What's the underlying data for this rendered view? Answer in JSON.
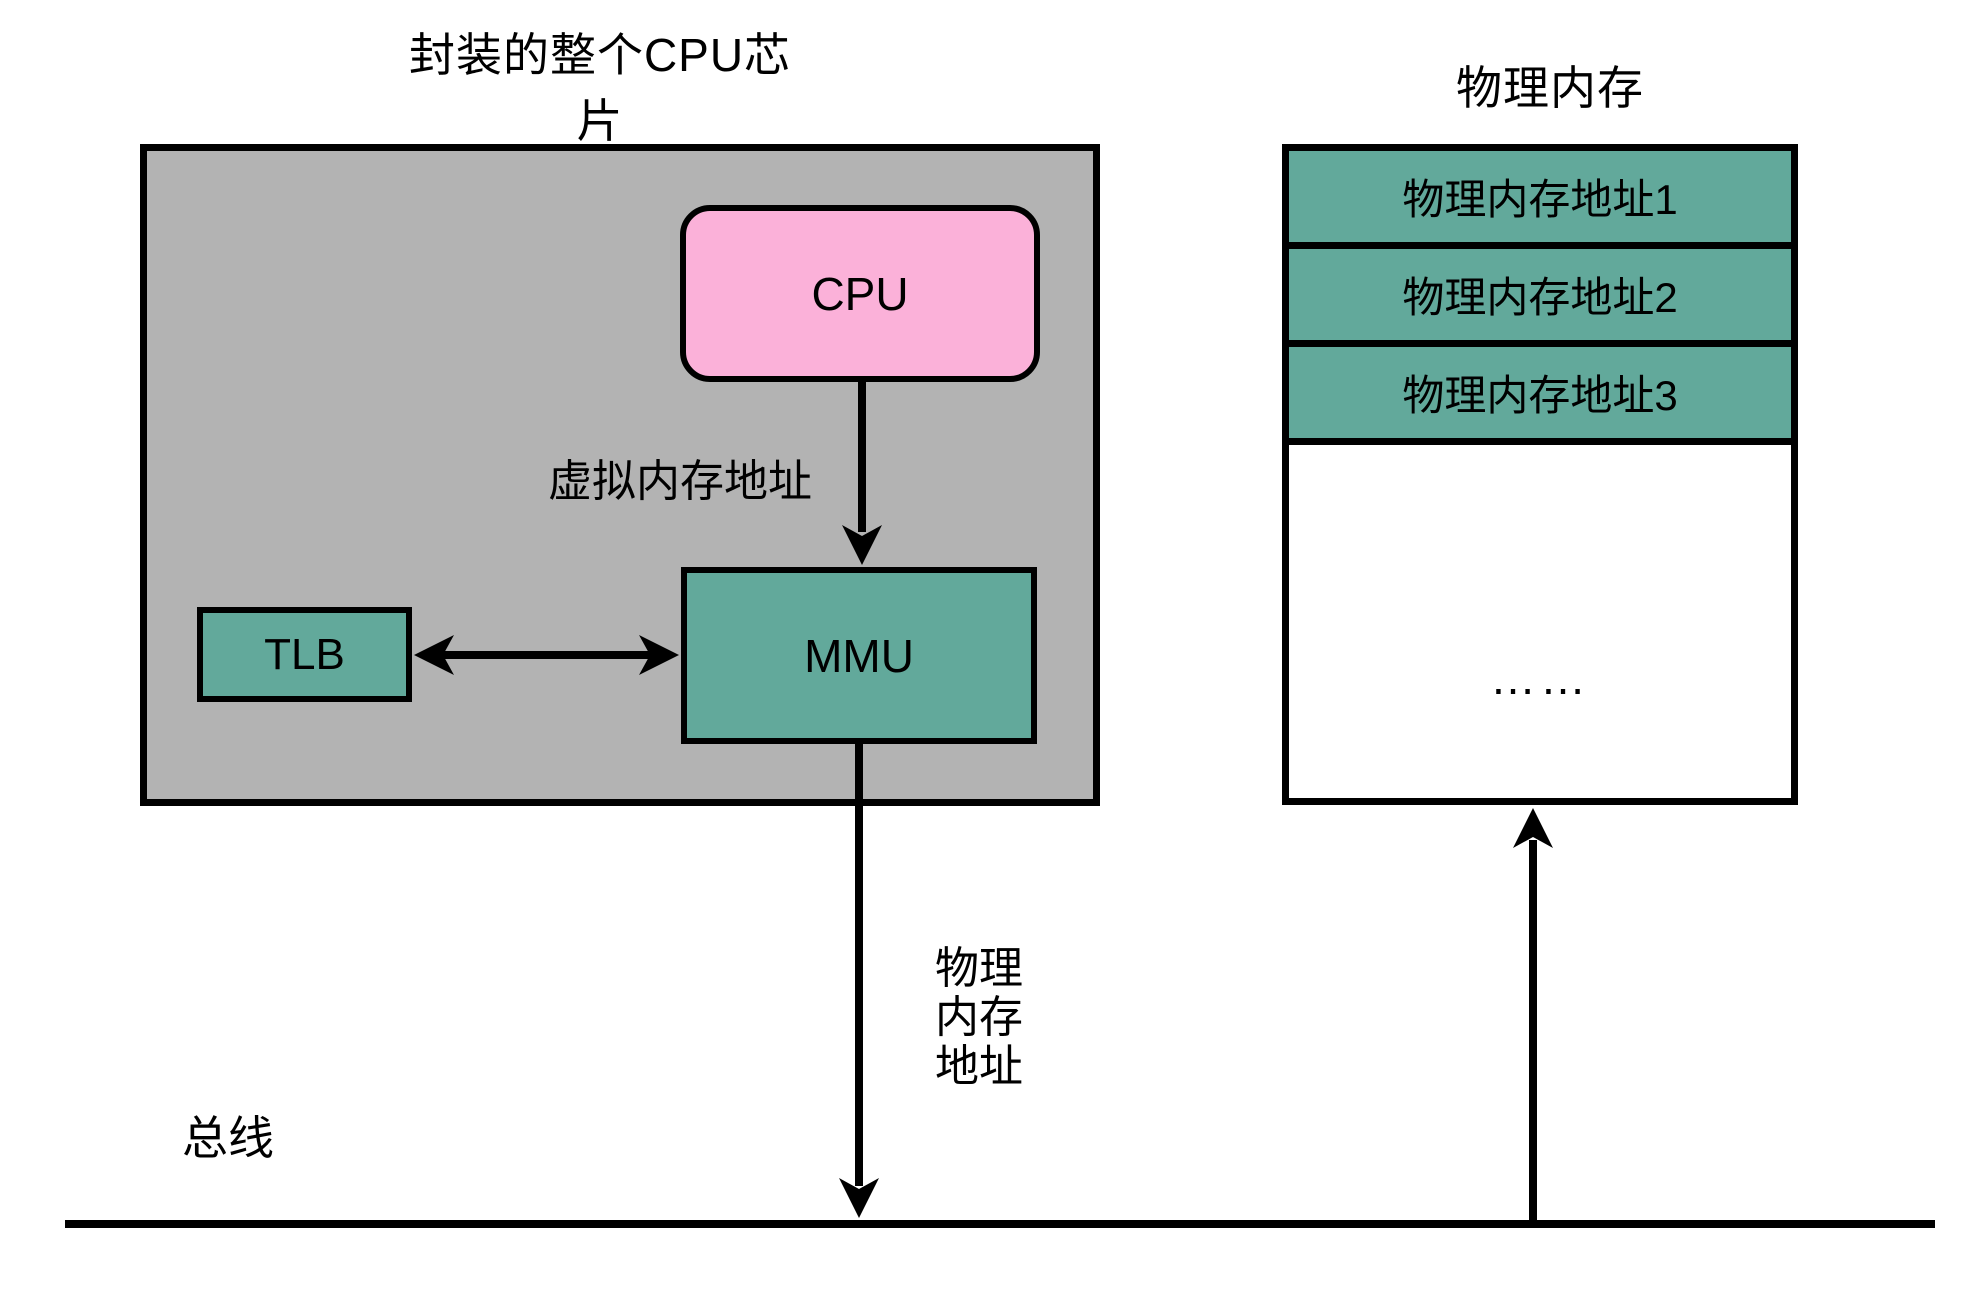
{
  "diagram": {
    "chip": {
      "title": "封装的整个CPU芯片",
      "cpu_label": "CPU",
      "mmu_label": "MMU",
      "tlb_label": "TLB"
    },
    "memory": {
      "title": "物理内存",
      "rows": [
        "物理内存地址1",
        "物理内存地址2",
        "物理内存地址3"
      ],
      "ellipsis": "……"
    },
    "labels": {
      "virtual_address": "虚拟内存地址",
      "physical_address_lines": [
        "物理",
        "内存",
        "地址"
      ],
      "bus": "总线"
    },
    "colors": {
      "chip_fill": "#b3b3b3",
      "cpu_fill": "#fbb1d9",
      "unit_fill": "#62a99b",
      "memory_fill": "#ffffff",
      "line_color": "#000000"
    }
  }
}
